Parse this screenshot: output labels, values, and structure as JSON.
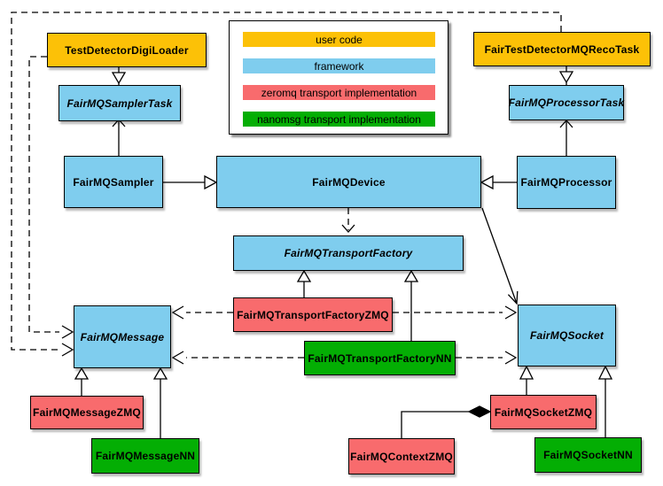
{
  "legend": {
    "items": [
      {
        "label": "user code",
        "color": "#FCC107"
      },
      {
        "label": "framework",
        "color": "#7FCDEE"
      },
      {
        "label": "zeromq transport implementation",
        "color": "#F86B6D"
      },
      {
        "label": "nanomsg transport implementation",
        "color": "#04AE04"
      }
    ]
  },
  "nodes": {
    "digiLoader": {
      "label": "TestDetectorDigiLoader",
      "category": "user-code",
      "abstract": false
    },
    "recoTask": {
      "label": "FairTestDetectorMQRecoTask",
      "category": "user-code",
      "abstract": false
    },
    "samplerTask": {
      "label": "FairMQSamplerTask",
      "category": "framework",
      "abstract": true
    },
    "processorTask": {
      "label": "FairMQProcessorTask",
      "category": "framework",
      "abstract": true
    },
    "sampler": {
      "label": "FairMQSampler",
      "category": "framework",
      "abstract": false
    },
    "device": {
      "label": "FairMQDevice",
      "category": "framework",
      "abstract": false
    },
    "processor": {
      "label": "FairMQProcessor",
      "category": "framework",
      "abstract": false
    },
    "transportFactory": {
      "label": "FairMQTransportFactory",
      "category": "framework",
      "abstract": true
    },
    "tfZMQ": {
      "label": "FairMQTransportFactoryZMQ",
      "category": "zeromq",
      "abstract": false
    },
    "tfNN": {
      "label": "FairMQTransportFactoryNN",
      "category": "nanomsg",
      "abstract": false
    },
    "message": {
      "label": "FairMQMessage",
      "category": "framework",
      "abstract": true
    },
    "socket": {
      "label": "FairMQSocket",
      "category": "framework",
      "abstract": true
    },
    "messageZMQ": {
      "label": "FairMQMessageZMQ",
      "category": "zeromq",
      "abstract": false
    },
    "messageNN": {
      "label": "FairMQMessageNN",
      "category": "nanomsg",
      "abstract": false
    },
    "contextZMQ": {
      "label": "FairMQContextZMQ",
      "category": "zeromq",
      "abstract": false
    },
    "socketZMQ": {
      "label": "FairMQSocketZMQ",
      "category": "zeromq",
      "abstract": false
    },
    "socketNN": {
      "label": "FairMQSocketNN",
      "category": "nanomsg",
      "abstract": false
    }
  },
  "edges": [
    {
      "from": "TestDetectorDigiLoader",
      "to": "FairMQSamplerTask",
      "line": "solid",
      "head": "hollow-triangle"
    },
    {
      "from": "FairMQSampler",
      "to": "FairMQSamplerTask",
      "line": "solid",
      "head": "open-arrow"
    },
    {
      "from": "FairMQSampler",
      "to": "FairMQDevice",
      "line": "solid",
      "head": "hollow-triangle"
    },
    {
      "from": "FairTestDetectorMQRecoTask",
      "to": "FairMQProcessorTask",
      "line": "solid",
      "head": "hollow-triangle"
    },
    {
      "from": "FairMQProcessor",
      "to": "FairMQProcessorTask",
      "line": "solid",
      "head": "open-arrow"
    },
    {
      "from": "FairMQProcessor",
      "to": "FairMQDevice",
      "line": "solid",
      "head": "hollow-triangle"
    },
    {
      "from": "FairMQDevice",
      "to": "FairMQTransportFactory",
      "line": "dashed",
      "head": "open-arrow"
    },
    {
      "from": "FairMQDevice",
      "to": "FairMQSocket",
      "line": "solid",
      "head": "open-arrow"
    },
    {
      "from": "FairMQTransportFactoryZMQ",
      "to": "FairMQTransportFactory",
      "line": "solid",
      "head": "hollow-triangle"
    },
    {
      "from": "FairMQTransportFactoryNN",
      "to": "FairMQTransportFactory",
      "line": "solid",
      "head": "hollow-triangle"
    },
    {
      "from": "FairMQTransportFactoryZMQ",
      "to": "FairMQMessage",
      "line": "dashed",
      "head": "open-arrow"
    },
    {
      "from": "FairMQTransportFactoryZMQ",
      "to": "FairMQSocket",
      "line": "dashed",
      "head": "open-arrow"
    },
    {
      "from": "FairMQTransportFactoryNN",
      "to": "FairMQMessage",
      "line": "dashed",
      "head": "open-arrow"
    },
    {
      "from": "FairMQTransportFactoryNN",
      "to": "FairMQSocket",
      "line": "dashed",
      "head": "open-arrow"
    },
    {
      "from": "FairMQMessageZMQ",
      "to": "FairMQMessage",
      "line": "solid",
      "head": "hollow-triangle"
    },
    {
      "from": "FairMQMessageNN",
      "to": "FairMQMessage",
      "line": "solid",
      "head": "hollow-triangle"
    },
    {
      "from": "FairMQSocketZMQ",
      "to": "FairMQSocket",
      "line": "solid",
      "head": "hollow-triangle"
    },
    {
      "from": "FairMQSocketNN",
      "to": "FairMQSocket",
      "line": "solid",
      "head": "hollow-triangle"
    },
    {
      "from": "FairMQContextZMQ",
      "to": "FairMQSocketZMQ",
      "line": "solid",
      "head": "filled-diamond"
    },
    {
      "from": "TestDetectorDigiLoader",
      "to": "FairMQMessage",
      "line": "dashed",
      "head": "open-arrow"
    },
    {
      "from": "FairTestDetectorMQRecoTask",
      "to": "FairMQMessage",
      "line": "dashed",
      "head": "open-arrow"
    }
  ],
  "colors": {
    "user_code": "#FCC107",
    "framework": "#7FCDEE",
    "zeromq": "#F86B6D",
    "nanomsg": "#04AE04",
    "line": "#000000",
    "background": "#FFFFFF"
  }
}
